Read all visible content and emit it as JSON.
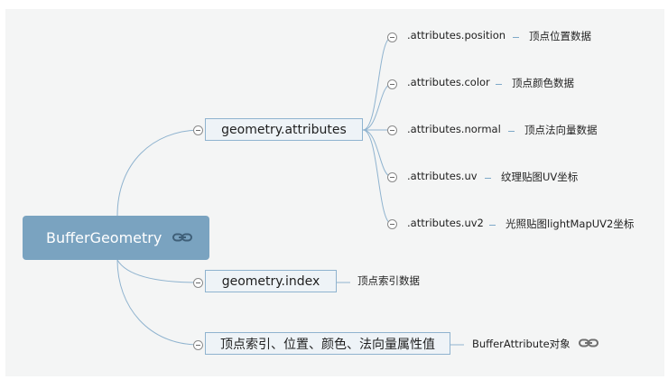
{
  "root": {
    "label": "BufferGeometry",
    "icon": "link-icon"
  },
  "branches": [
    {
      "label": "geometry.attributes",
      "children": [
        {
          "label": ".attributes.position",
          "note": "顶点位置数据"
        },
        {
          "label": ".attributes.color",
          "note": "顶点颜色数据"
        },
        {
          "label": ".attributes.normal",
          "note": "顶点法向量数据"
        },
        {
          "label": ".attributes.uv",
          "note": "纹理贴图UV坐标"
        },
        {
          "label": ".attributes.uv2",
          "note": "光照贴图lightMapUV2坐标"
        }
      ]
    },
    {
      "label": "geometry.index",
      "note": "顶点索引数据"
    },
    {
      "label": "顶点索引、位置、颜色、法向量属性值",
      "note": "BufferAttribute对象",
      "icon": "link-icon"
    }
  ],
  "colors": {
    "root_bg": "#7aa3c0",
    "branch_bg": "#eef3f7",
    "line": "#8fb3cf",
    "canvas": "#f4f5f5"
  }
}
